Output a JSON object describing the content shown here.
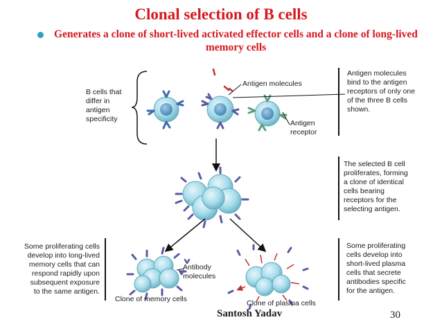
{
  "slide": {
    "title": "Clonal selection of B cells",
    "bullet": "Generates a clone of short-lived activated effector cells and a clone of long-lived memory cells",
    "page_number": "30",
    "author": "Santosh Yadav"
  },
  "labels": {
    "b_cells_differ": "B cells that\ndiffer in\nantigen\nspecificity",
    "antigen_molecules": "Antigen molecules",
    "antigen_receptor": "Antigen\nreceptor",
    "antigen_bind_note": "Antigen molecules\nbind to the antigen\nreceptors of only one\nof the three B cells\nshown.",
    "proliferate_note": "The selected B cell\nproliferates, forming\na clone of identical\ncells bearing\nreceptors for the\nselecting antigen.",
    "memory_note": "Some proliferating cells\ndevelop into long-lived\nmemory cells that can\nrespond rapidly upon\nsubsequent exposure\nto the same antigen.",
    "plasma_note": "Some proliferating\ncells develop into\nshort-lived plasma\ncells that secrete\nantibodies specific\nfor the antigen.",
    "antibody_molecules": "Antibody\nmolecules",
    "clone_memory": "Clone of memory cells",
    "clone_plasma": "Clone of plasma cells"
  },
  "colors": {
    "title": "#d6171f",
    "bullet_marker": "#2aa0c4",
    "cell_fill": "#a8dcea",
    "cell_nucleus": "#5a9ec8",
    "receptor_purple": "#5a5aa0",
    "receptor_blue": "#3a6ab0",
    "receptor_green": "#5aa07a",
    "antigen_red": "#c03030"
  }
}
